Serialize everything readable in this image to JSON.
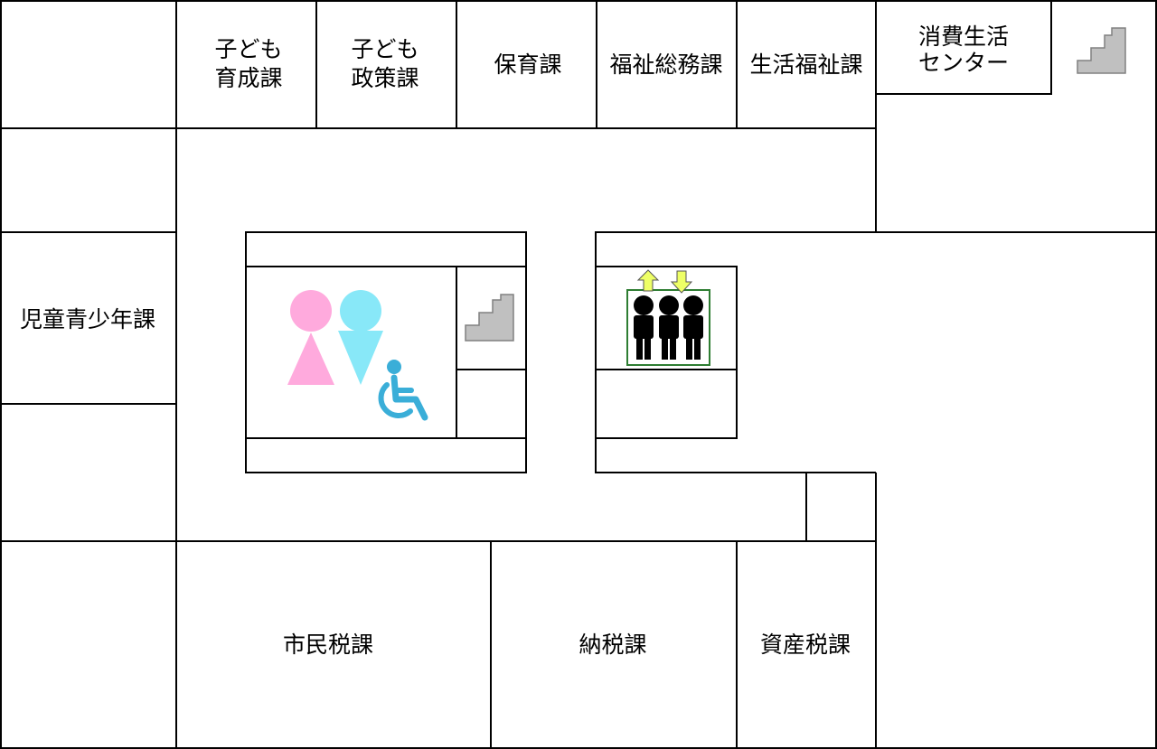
{
  "rooms": {
    "kodomo_ikusei": [
      "子ども",
      "育成課"
    ],
    "kodomo_seisaku": [
      "子ども",
      "政策課"
    ],
    "hoiku": "保育課",
    "fukushi_somu": "福祉総務課",
    "seikatsu_fukushi": "生活福祉課",
    "shohi_seikatsu": [
      "消費生活",
      "センター"
    ],
    "jido_seishonen": "児童青少年課",
    "shiminzei": "市民税課",
    "nozei": "納税課",
    "shisanzei": "資産税課"
  },
  "icons": {
    "stairs": "stairs-icon",
    "toilet_female": "female-toilet-icon",
    "toilet_male": "male-toilet-icon",
    "accessible": "wheelchair-icon",
    "elevator": "elevator-icon"
  },
  "colors": {
    "wall": "#000000",
    "stairs": "#c0c0c0",
    "female": "#ffaadd",
    "male": "#88e8f8",
    "wheelchair": "#3aaed8",
    "elevator_frame": "#2e7d32",
    "elevator_arrow": "#eeff66"
  }
}
